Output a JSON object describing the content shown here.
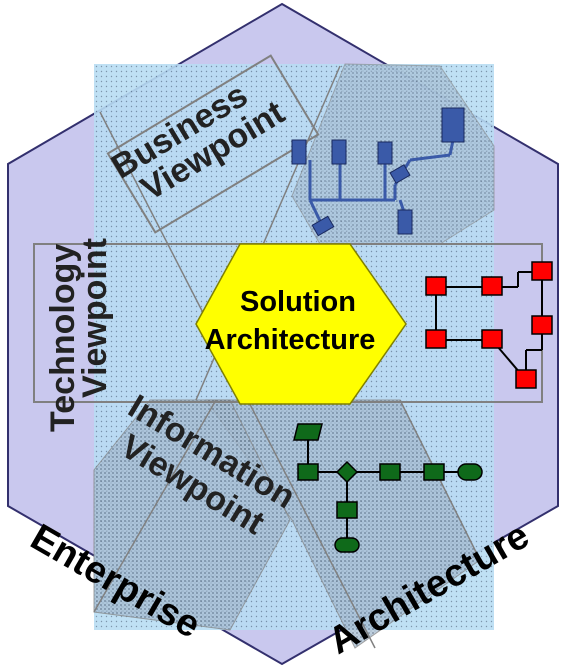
{
  "center": {
    "line1": "Solution",
    "line2": "Architecture"
  },
  "viewpoints": {
    "business": {
      "line1": "Business",
      "line2": "Viewpoint"
    },
    "technology": {
      "line1": "Technology",
      "line2": "Viewpoint"
    },
    "information": {
      "line1": "Information",
      "line2": "Viewpoint"
    }
  },
  "outer": {
    "left": "Enterprise",
    "right": "Architecture"
  },
  "colors": {
    "hexagon_fill": "#c9c8ee",
    "hexagon_stroke": "#33306e",
    "background_panel": "#b8dcf3",
    "center_fill": "#ffff00",
    "network_blue": "#3a5aa8",
    "flow_red": "#ff0000",
    "process_green": "#0f6a1a"
  }
}
